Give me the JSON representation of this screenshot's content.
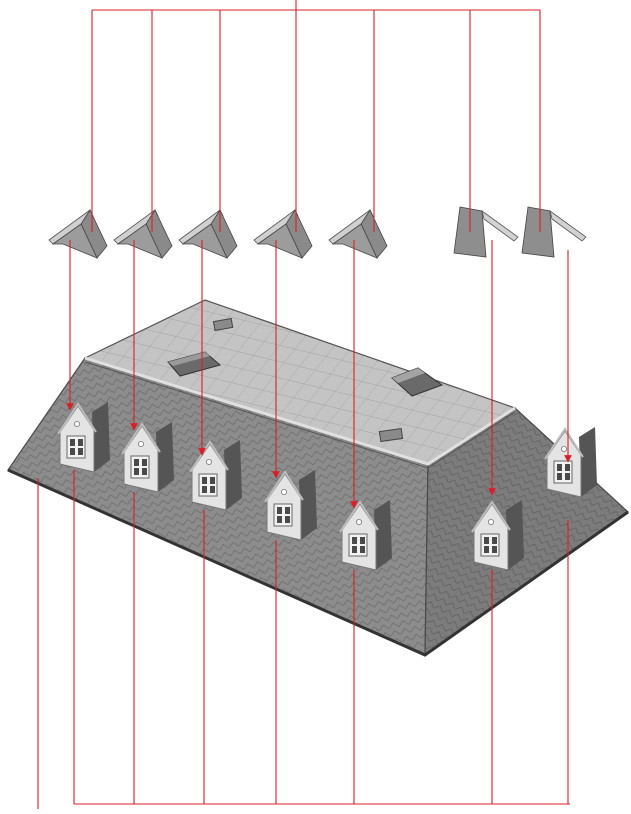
{
  "diagram": {
    "subject": "mansard-roof-dormer-assembly",
    "dormer_count": 7,
    "ridge_cap_count": 7
  },
  "colors": {
    "leader_line": "#d8202a",
    "roof_slope_front": "#8a8a8a",
    "roof_slope_side": "#7a7a7a",
    "roof_top": "#c2c2c2",
    "dormer_face": "#e4e4e4",
    "dormer_shadow": "#555555",
    "background": "#ffffff"
  }
}
